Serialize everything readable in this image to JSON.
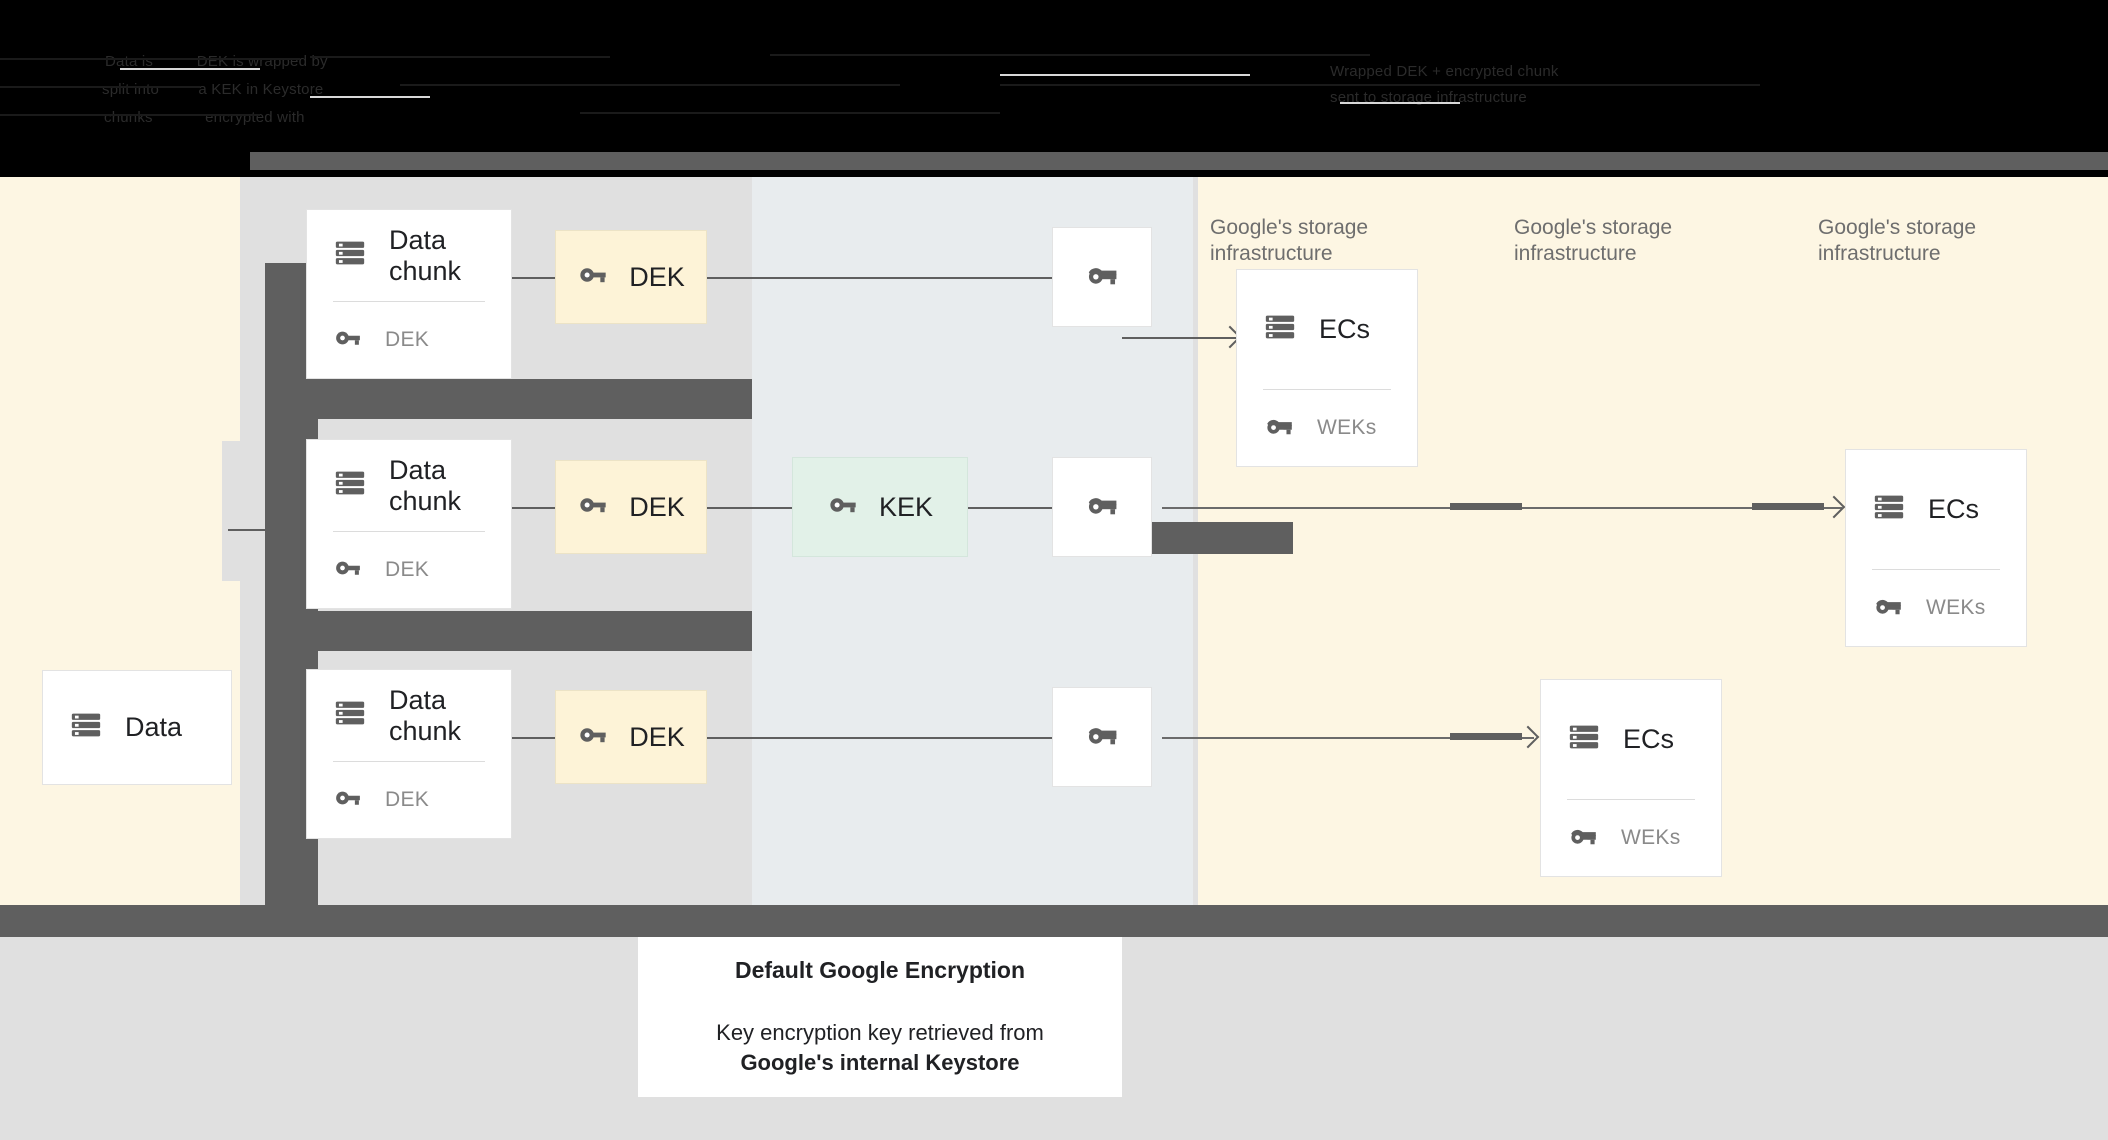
{
  "topbar": {
    "obscured_lines": [
      "Data is          DEK is wrapped by",
      "split into         a KEK in Keystore",
      "chunks            encrypted with"
    ],
    "obscured_lines_right": [
      "Wrapped DEK + encrypted chunk",
      "sent to storage infrastructure"
    ]
  },
  "diagram": {
    "source": {
      "label": "Data",
      "icon": "storage-icon"
    },
    "chunks": [
      {
        "title": "Data chunk",
        "key_label": "DEK",
        "icon": "storage-icon",
        "key_icon": "key-icon"
      },
      {
        "title": "Data chunk",
        "key_label": "DEK",
        "icon": "storage-icon",
        "key_icon": "key-icon"
      },
      {
        "title": "Data chunk",
        "key_label": "DEK",
        "icon": "storage-icon",
        "key_icon": "key-icon"
      }
    ],
    "deks": [
      {
        "label": "DEK",
        "icon": "key-icon"
      },
      {
        "label": "DEK",
        "icon": "key-icon"
      },
      {
        "label": "DEK",
        "icon": "key-icon"
      }
    ],
    "kek": {
      "label": "KEK",
      "icon": "key-icon"
    },
    "wrapped_keys": [
      {
        "icon": "wrapped-key-icon"
      },
      {
        "icon": "wrapped-key-icon"
      },
      {
        "icon": "wrapped-key-icon"
      }
    ],
    "infra_labels": [
      "Google's storage infrastructure",
      "Google's storage infrastructure",
      "Google's storage infrastructure"
    ],
    "ec_cards": [
      {
        "title": "ECs",
        "key_label": "WEKs",
        "icon": "storage-icon",
        "key_icon": "wrapped-key-icon"
      },
      {
        "title": "ECs",
        "key_label": "WEKs",
        "icon": "storage-icon",
        "key_icon": "wrapped-key-icon"
      },
      {
        "title": "ECs",
        "key_label": "WEKs",
        "icon": "storage-icon",
        "key_icon": "wrapped-key-icon"
      }
    ]
  },
  "caption": {
    "title": "Default Google Encryption",
    "body_line1": "Key encryption key retrieved from",
    "body_line2": "Google's internal Keystore"
  },
  "colors": {
    "canvas_bg": "#fdf6e3",
    "grey_band": "#e0e0e0",
    "kek_column": "#e8ecee",
    "redaction": "#5f5f5f",
    "dek_box": "#fdf3d7",
    "kek_box": "#e2f1e8",
    "card_bg": "#ffffff",
    "muted_text": "#8a8a8a",
    "infra_text": "#6e6e6e"
  }
}
